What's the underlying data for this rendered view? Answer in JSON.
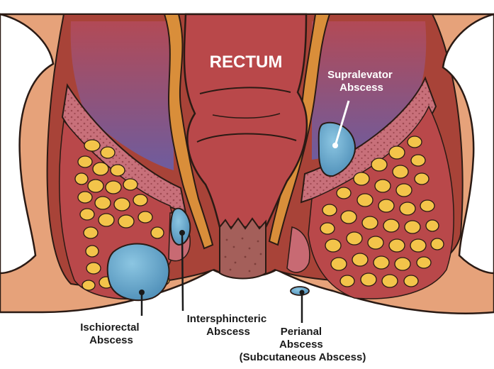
{
  "title": "RECTUM",
  "labels": {
    "supralevator": [
      "Supralevator",
      "Abscess"
    ],
    "ischiorectal": [
      "Ischiorectal",
      "Abscess"
    ],
    "intersphincteric": [
      "Intersphincteric",
      "Abscess"
    ],
    "perianal": [
      "Perianal",
      "Abscess",
      "(Subcutaneous Abscess)"
    ]
  },
  "colors": {
    "skin": "#e6a27a",
    "tissue": "#a84338",
    "rectum": "#b9484a",
    "muscle": "#c96a72",
    "sphincter": "#d98e3a",
    "fat": "#f3c44a",
    "abscess": "#6aaed0",
    "bone": "#ffffff",
    "pelvic_space": "#6e5c9e"
  }
}
